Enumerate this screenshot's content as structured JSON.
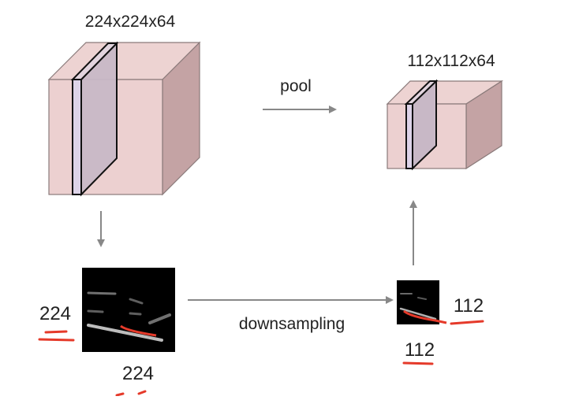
{
  "input_volume": {
    "label": "224x224x64"
  },
  "output_volume": {
    "label": "112x112x64"
  },
  "pool_arrow": {
    "label": "pool"
  },
  "downsampling_arrow": {
    "label": "downsampling"
  },
  "input_slice": {
    "height_label": "224",
    "width_label": "224"
  },
  "output_slice": {
    "height_label": "112",
    "width_label": "112"
  },
  "colors": {
    "cube_front": "#ecd0d0",
    "cube_top": "#edd3d2",
    "cube_side": "#c4a3a4",
    "slice": "#cbbcc8",
    "annotation": "#e53a2a",
    "arrow": "#888888"
  }
}
